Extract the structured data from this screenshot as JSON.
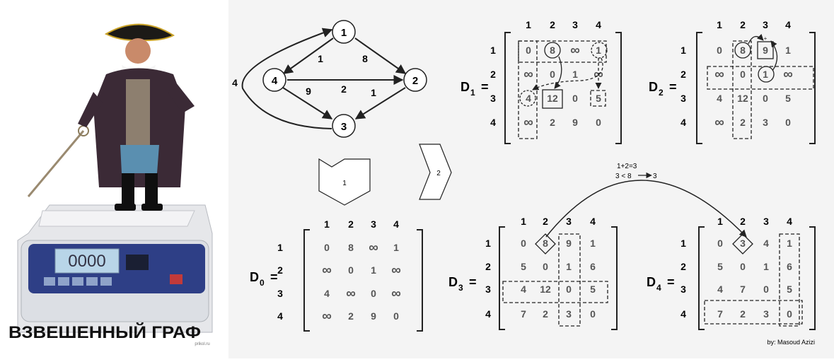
{
  "meme": {
    "caption": "ВЗВЕШЕННЫЙ ГРАФ",
    "scale_display": "0000",
    "small_credit": "prikol.ru"
  },
  "graph": {
    "nodes": [
      "1",
      "2",
      "3",
      "4"
    ],
    "edge_weights": {
      "e1_4": "1",
      "e1_2": "8",
      "e4_2": "2",
      "e4_3": "9",
      "e2_3": "1",
      "e3_1": "4"
    }
  },
  "steps": {
    "step1": "1",
    "step2": "2"
  },
  "note": {
    "line1": "1+2=3",
    "line2": "3 < 8",
    "line2_result": "3"
  },
  "credit": "by: Masoud Azizi",
  "matrices": {
    "D0": {
      "name": "D",
      "sub": "0",
      "headers": [
        "1",
        "2",
        "3",
        "4"
      ],
      "rows": [
        [
          "0",
          "8",
          "∞",
          "1"
        ],
        [
          "∞",
          "0",
          "1",
          "∞"
        ],
        [
          "4",
          "∞",
          "0",
          "∞"
        ],
        [
          "∞",
          "2",
          "9",
          "0"
        ]
      ]
    },
    "D1": {
      "name": "D",
      "sub": "1",
      "headers": [
        "1",
        "2",
        "3",
        "4"
      ],
      "rows": [
        [
          "0",
          "8",
          "∞",
          "1"
        ],
        [
          "∞",
          "0",
          "1",
          "∞"
        ],
        [
          "4",
          "12",
          "0",
          "5"
        ],
        [
          "∞",
          "2",
          "9",
          "0"
        ]
      ]
    },
    "D2": {
      "name": "D",
      "sub": "2",
      "headers": [
        "1",
        "2",
        "3",
        "4"
      ],
      "rows": [
        [
          "0",
          "8",
          "9",
          "1"
        ],
        [
          "∞",
          "0",
          "1",
          "∞"
        ],
        [
          "4",
          "12",
          "0",
          "5"
        ],
        [
          "∞",
          "2",
          "3",
          "0"
        ]
      ]
    },
    "D3": {
      "name": "D",
      "sub": "3",
      "headers": [
        "1",
        "2",
        "3",
        "4"
      ],
      "rows": [
        [
          "0",
          "8",
          "9",
          "1"
        ],
        [
          "5",
          "0",
          "1",
          "6"
        ],
        [
          "4",
          "12",
          "0",
          "5"
        ],
        [
          "7",
          "2",
          "3",
          "0"
        ]
      ]
    },
    "D4": {
      "name": "D",
      "sub": "4",
      "headers": [
        "1",
        "2",
        "3",
        "4"
      ],
      "rows": [
        [
          "0",
          "3",
          "4",
          "1"
        ],
        [
          "5",
          "0",
          "1",
          "6"
        ],
        [
          "4",
          "7",
          "0",
          "5"
        ],
        [
          "7",
          "2",
          "3",
          "0"
        ]
      ]
    }
  }
}
